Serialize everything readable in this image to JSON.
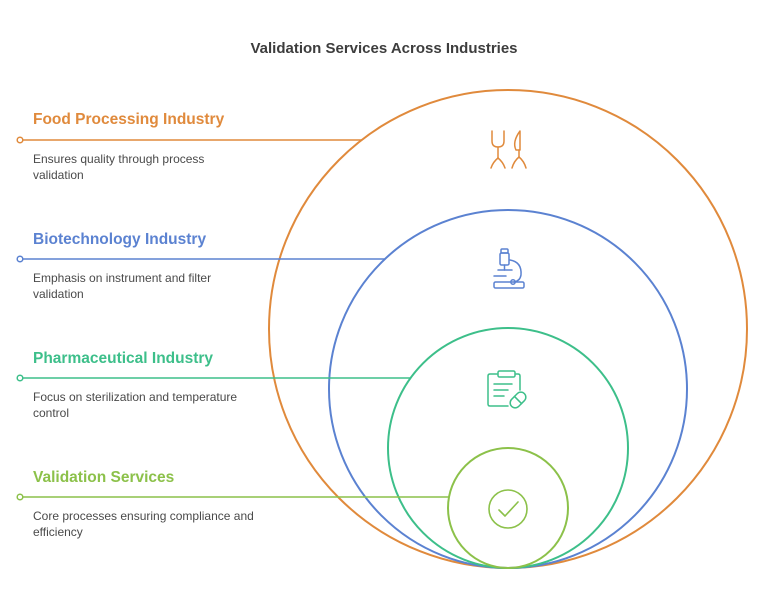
{
  "title": "Validation Services Across Industries",
  "colors": {
    "food": "#e08a3c",
    "biotech": "#5b82d1",
    "pharma": "#3dbf8a",
    "validation": "#8cc14a",
    "title_text": "#3d3d3d",
    "body_text": "#4a4a4a"
  },
  "items": [
    {
      "title": "Food Processing Industry",
      "description": "Ensures quality through process validation",
      "icon": "utensils-icon"
    },
    {
      "title": "Biotechnology Industry",
      "description": "Emphasis on instrument and filter validation",
      "icon": "microscope-icon"
    },
    {
      "title": "Pharmaceutical Industry",
      "description": "Focus on sterilization and temperature control",
      "icon": "clipboard-pill-icon"
    },
    {
      "title": "Validation Services",
      "description": "Core processes ensuring compliance and efficiency",
      "icon": "checkmark-circle-icon"
    }
  ]
}
